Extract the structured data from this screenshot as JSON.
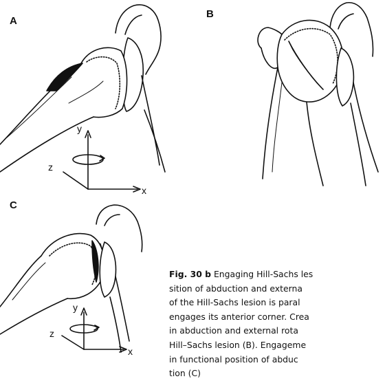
{
  "panels": {
    "a": {
      "label": "A"
    },
    "b": {
      "label": "B"
    },
    "c": {
      "label": "C"
    }
  },
  "axes": {
    "x": "x",
    "y": "y",
    "z": "z"
  },
  "caption": {
    "fig_label": "Fig. 30 b",
    "line1": " Engaging Hill-Sachs les",
    "line2": "sition of abduction and externa",
    "line3": "of the Hill-Sachs lesion is paral",
    "line4": "engages its anterior corner. Crea",
    "line5": "in abduction and external rota",
    "line6": "Hill–Sachs lesion (B). Engageme",
    "line7": "in functional position of abduc",
    "line8": "tion (C)"
  }
}
